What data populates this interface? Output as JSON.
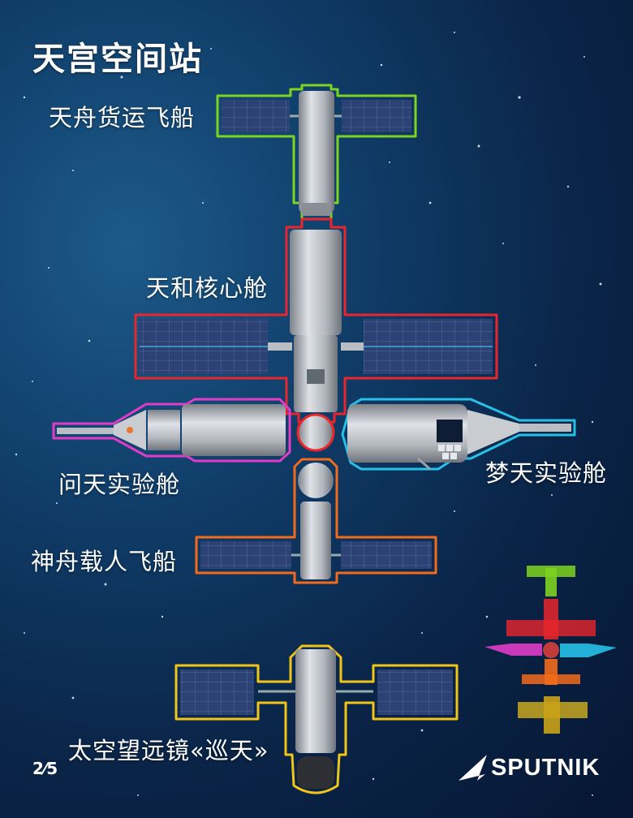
{
  "title": "天宫空间站",
  "labels": {
    "tianzhou": "天舟货运飞船",
    "tianhe": "天和核心舱",
    "wentian": "问天实验舱",
    "mengtian": "梦天实验舱",
    "shenzhou": "神舟载人飞船",
    "xuntian": "太空望远镜«巡天»"
  },
  "page_indicator": "2⁄5",
  "logo_text": "SPUTNIK",
  "colors": {
    "tianzhou": "#7ed321",
    "tianhe": "#e8262c",
    "wentian": "#e03cc8",
    "mengtian": "#27c1e8",
    "shenzhou": "#f26a1b",
    "xuntian": "#f0c419",
    "panel": "#2a3f6e",
    "hull": "#b9bdc4"
  }
}
